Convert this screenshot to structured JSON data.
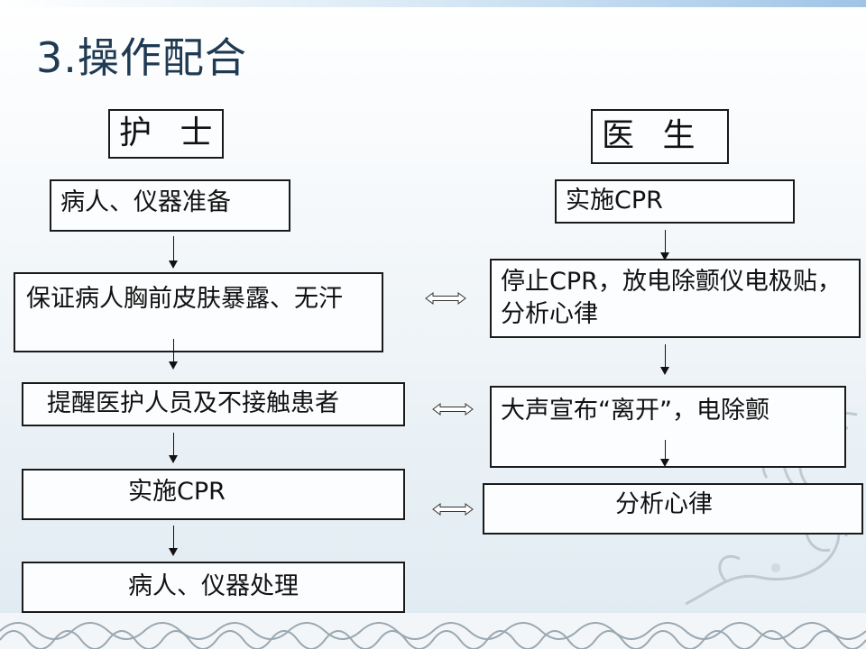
{
  "title": "3.操作配合",
  "nurse": {
    "header": "护 士",
    "steps": [
      "病人、仪器准备",
      "保证病人胸前皮肤暴露、无汗",
      "提醒医护人员及不接触患者",
      "实施CPR",
      "病人、仪器处理"
    ]
  },
  "doctor": {
    "header": "医 生",
    "steps": [
      "实施CPR",
      "停止CPR，放电除颤仪电极贴，分析心律",
      "大声宣布“离开”，电除颤",
      "分析心律"
    ]
  },
  "colors": {
    "title": "#1f3a52",
    "border": "#1a1a1a",
    "background": "#eef4f8"
  }
}
